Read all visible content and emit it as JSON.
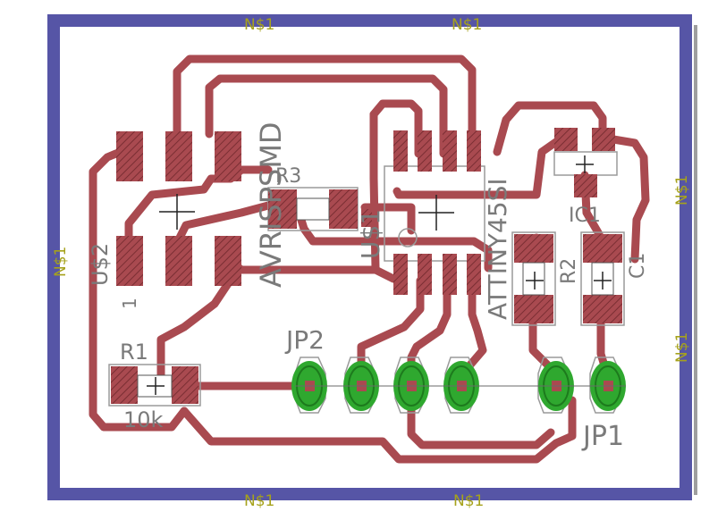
{
  "net_labels": {
    "top_left": "N$1",
    "top_right": "N$1",
    "left": "N$1",
    "right_top": "N$1",
    "right_bottom": "N$1",
    "bottom_left": "N$1",
    "bottom_right": "N$1"
  },
  "components": {
    "u2": {
      "name": "U$2",
      "pin1": "1"
    },
    "r3": {
      "name": "R3"
    },
    "avr": {
      "name": "AVRISPSMD"
    },
    "u1": {
      "name": "U$1"
    },
    "attiny": {
      "name": "ATTINY45SI"
    },
    "ic1": {
      "name": "IC1"
    },
    "r2": {
      "name": "R2"
    },
    "c1": {
      "name": "C1"
    },
    "r1": {
      "name": "R1",
      "value": "10k"
    },
    "jp2": {
      "name": "JP2"
    },
    "jp1": {
      "name": "JP1"
    }
  },
  "colors": {
    "board_outline": "#5655a6",
    "trace": "#a94a50",
    "pad": "#a94a50",
    "via_fill": "#2fa82f",
    "label": "#a6a21c"
  }
}
